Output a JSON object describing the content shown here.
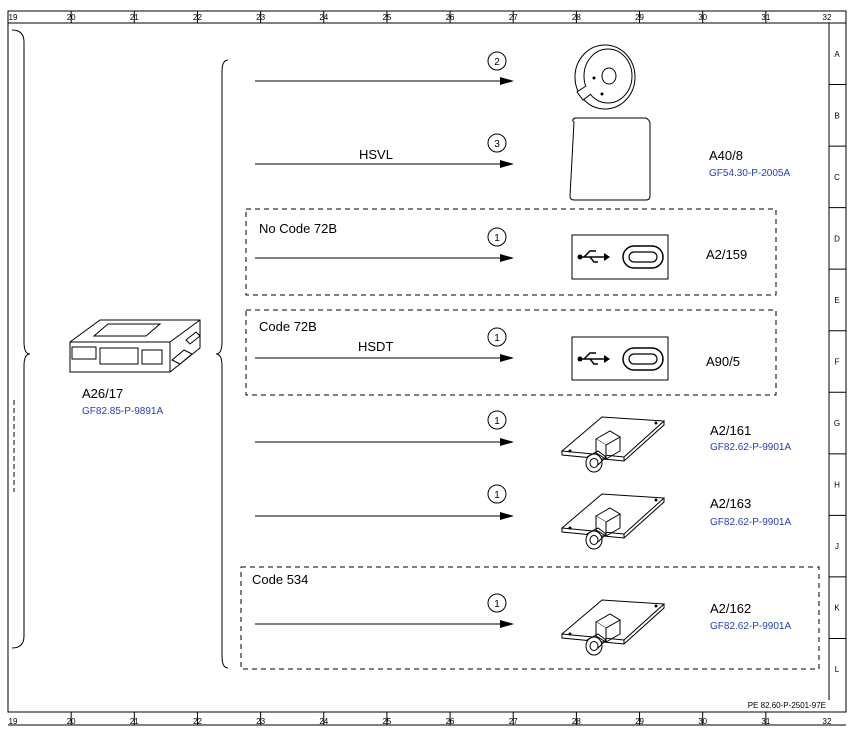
{
  "ruler": {
    "columns": [
      "19",
      "20",
      "21",
      "22",
      "23",
      "24",
      "25",
      "26",
      "27",
      "28",
      "29",
      "30",
      "31",
      "32"
    ],
    "rows": [
      "A",
      "B",
      "C",
      "D",
      "E",
      "F",
      "G",
      "H",
      "J",
      "K",
      "L"
    ]
  },
  "source_component": {
    "label": "A26/17",
    "link": "GF82.85-P-9891A"
  },
  "branches": [
    {
      "number": "2",
      "bus": "",
      "code": "",
      "device": "button-speaker",
      "label": "",
      "link": ""
    },
    {
      "number": "3",
      "bus": "HSVL",
      "code": "",
      "device": "display-panel",
      "label": "A40/8",
      "link": "GF54.30-P-2005A"
    },
    {
      "number": "1",
      "bus": "",
      "code": "No Code 72B",
      "device": "usb-port",
      "label": "A2/159",
      "link": ""
    },
    {
      "number": "1",
      "bus": "HSDT",
      "code": "Code 72B",
      "device": "usb-port",
      "label": "A90/5",
      "link": ""
    },
    {
      "number": "1",
      "bus": "",
      "code": "",
      "device": "antenna-module",
      "label": "A2/161",
      "link": "GF82.62-P-9901A"
    },
    {
      "number": "1",
      "bus": "",
      "code": "",
      "device": "antenna-module",
      "label": "A2/163",
      "link": "GF82.62-P-9901A"
    },
    {
      "number": "1",
      "bus": "",
      "code": "Code 534",
      "device": "antenna-module",
      "label": "A2/162",
      "link": "GF82.62-P-9901A"
    }
  ],
  "document_id": "PE 82.60-P-2501-97E"
}
